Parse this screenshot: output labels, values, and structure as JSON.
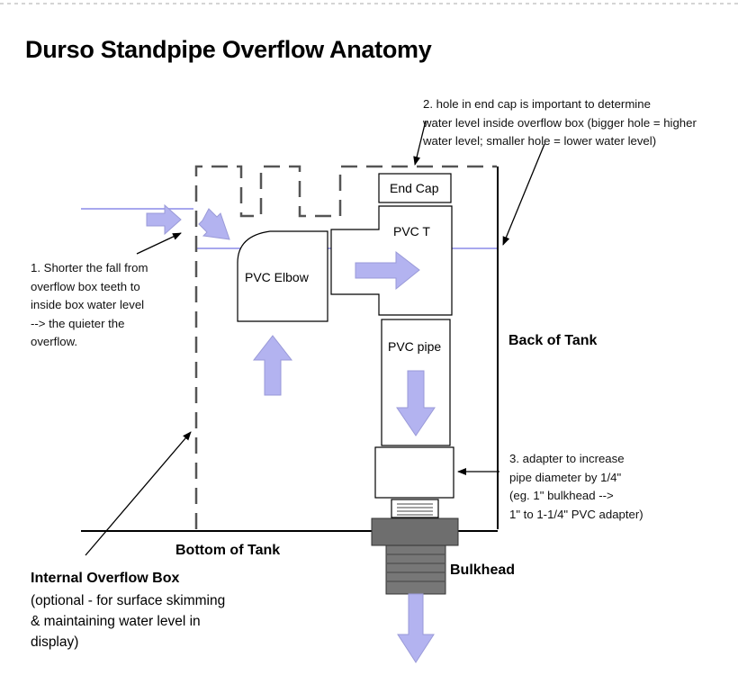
{
  "title": "Durso Standpipe Overflow Anatomy",
  "notes": {
    "note1": [
      "1. Shorter the fall from",
      "overflow box teeth to",
      "inside box water level",
      "--> the quieter the",
      "overflow."
    ],
    "note2": [
      "2. hole in end cap is important to determine",
      "water level inside overflow box (bigger hole = higher",
      "water level; smaller hole = lower water level)"
    ],
    "note3": [
      "3. adapter to increase",
      "pipe diameter by 1/4\"",
      "(eg. 1\" bulkhead -->",
      "1\" to 1-1/4\" PVC adapter)"
    ]
  },
  "components": {
    "end_cap": "End Cap",
    "pvc_t": "PVC T",
    "pvc_elbow": "PVC Elbow",
    "pvc_pipe": "PVC pipe"
  },
  "labels": {
    "back_of_tank": "Back of Tank",
    "bottom_of_tank": "Bottom of Tank",
    "bulkhead": "Bulkhead"
  },
  "overflow_box": {
    "title": "Internal Overflow Box",
    "description": [
      "(optional - for surface skimming",
      "& maintaining water level in",
      "display)"
    ]
  },
  "colors": {
    "flow_arrow": "#b3b3f0",
    "water_line": "#a8a8ee",
    "bulkhead": "#6e6e6e",
    "bulkhead_dark": "#444444"
  }
}
